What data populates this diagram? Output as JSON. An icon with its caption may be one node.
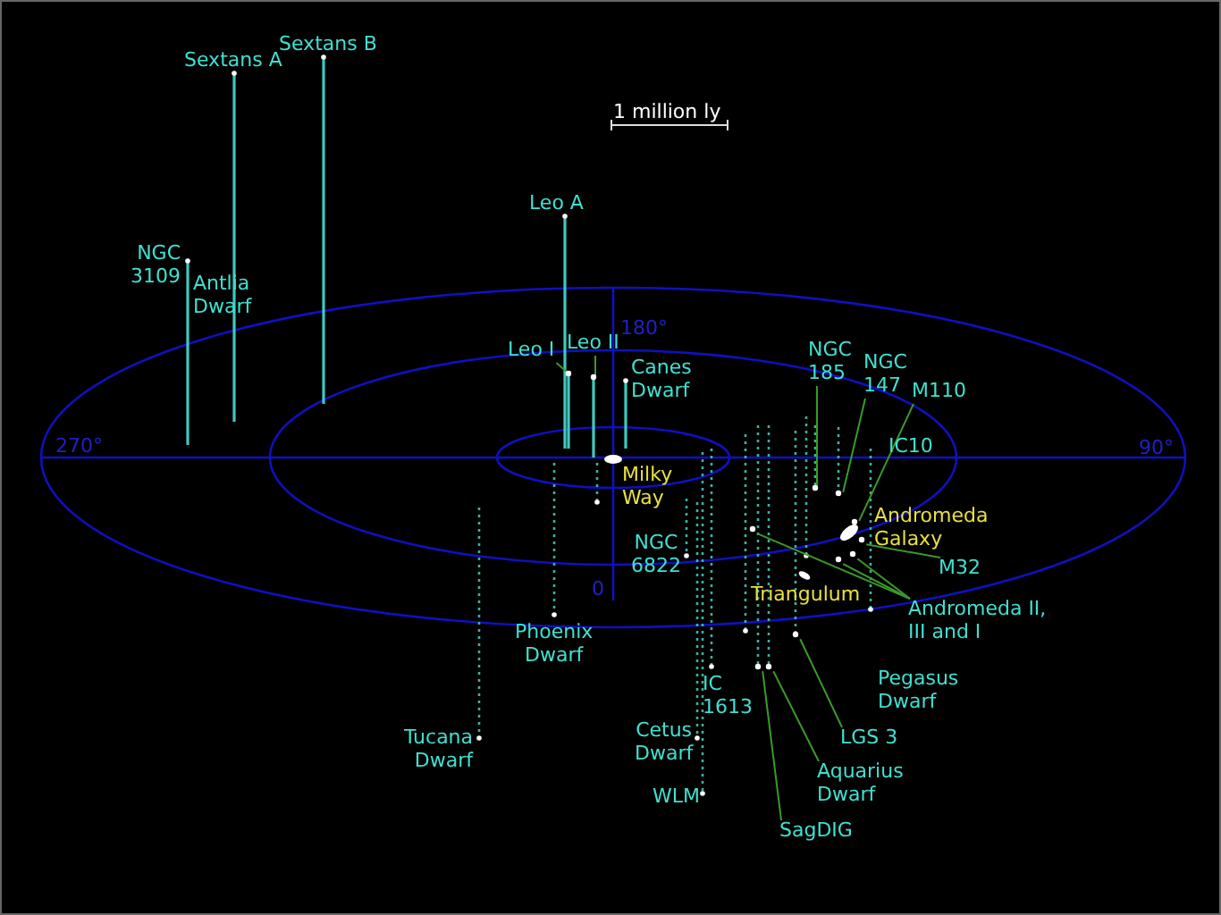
{
  "diagram": {
    "nodes": [
      {
        "text": [
          "Leo I"
        ]
      },
      {
        "text": [
          "Leo II"
        ]
      },
      {
        "text": [
          "NGC 185"
        ]
      },
      {
        "text": [
          "NGC 147"
        ]
      },
      {
        "text": [
          "M110"
        ]
      },
      {
        "text": [
          "M32"
        ]
      },
      {
        "text": [
          "Andromeda II, III and I"
        ]
      },
      {
        "text": [
          "LGS 3"
        ]
      },
      {
        "text": [
          "Aquarius Dwarf"
        ]
      },
      {
        "text": [
          "SagDIG"
        ]
      },
      {
        "text": [],
        "shape": "circle"
      },
      {
        "text": [],
        "shape": "circle"
      },
      {
        "text": [],
        "shape": "circle"
      },
      {
        "text": [],
        "shape": "circle"
      },
      {
        "text": [],
        "shape": "circle"
      },
      {
        "text": [],
        "shape": "circle"
      },
      {
        "text": [],
        "shape": "circle"
      },
      {
        "text": [],
        "shape": "circle"
      },
      {
        "text": [],
        "shape": "circle"
      },
      {
        "text": [],
        "shape": "circle"
      },
      {
        "text": [],
        "shape": "circle"
      },
      {
        "text": [],
        "shape": "circle"
      }
    ],
    "edges": [
      {
        "from": 0,
        "to": 10,
        "arrow": "none"
      },
      {
        "from": 1,
        "to": 11,
        "arrow": "none"
      },
      {
        "from": 2,
        "to": 16,
        "arrow": "none"
      },
      {
        "from": 3,
        "to": 17,
        "arrow": "none"
      },
      {
        "from": 4,
        "to": 20,
        "arrow": "none"
      },
      {
        "from": 5,
        "to": 21,
        "arrow": "none"
      },
      {
        "from": 6,
        "to": 12,
        "arrow": "none"
      },
      {
        "from": 6,
        "to": 18,
        "arrow": "none"
      },
      {
        "from": 6,
        "to": 19,
        "arrow": "none"
      },
      {
        "from": 7,
        "to": 15,
        "arrow": "none"
      },
      {
        "from": 8,
        "to": 14,
        "arrow": "none"
      },
      {
        "from": 9,
        "to": 13,
        "arrow": "none"
      }
    ],
    "labels": [
      "Sextans A",
      "Sextans B",
      "1 million ly",
      "NGC 3109",
      "Antlia Dwarf",
      "Leo A",
      "180°",
      "Canes Dwarf",
      "270°",
      "90°",
      "IC10",
      "Milky Way",
      "Andromeda Galaxy",
      "NGC 6822",
      "0",
      "Triangulum",
      "Phoenix Dwarf",
      "Pegasus Dwarf",
      "IC 1613",
      "Tucana Dwarf",
      "Cetus Dwarf",
      "WLM"
    ]
  }
}
